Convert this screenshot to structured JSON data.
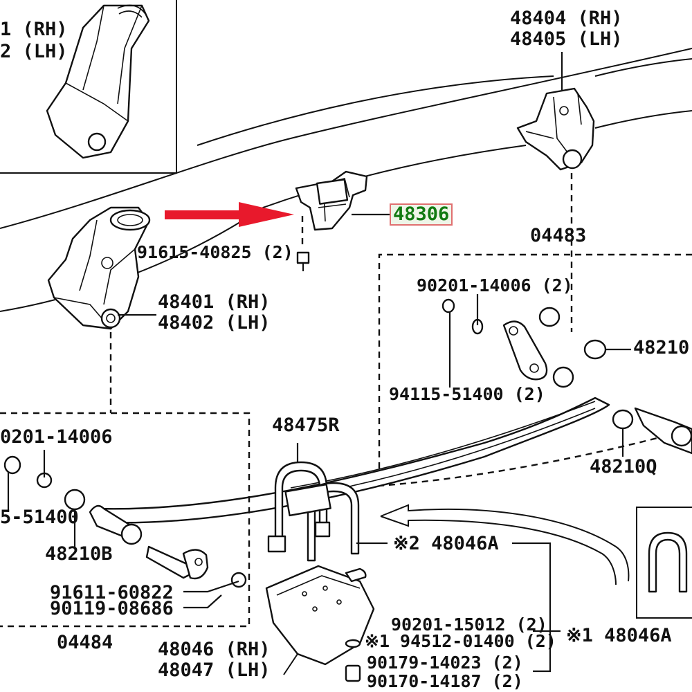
{
  "colors": {
    "arrow": "#e8192c",
    "highlight_border": "#e07070",
    "highlight_text": "#127a12",
    "line": "#111111"
  },
  "diagram": {
    "highlighted_part": "48306",
    "labels": {
      "top_left_rh": "1 (RH)",
      "top_left_lh": "2 (LH)",
      "p48404_rh": "48404 (RH)",
      "p48405_lh": "48405 (LH)",
      "p48306": "48306",
      "p04483": "04483",
      "p91615": "91615-40825 (2)",
      "p48401_rh": "48401 (RH)",
      "p48402_lh": "48402 (LH)",
      "p90201_right": "90201-14006 (2)",
      "p48210_right": "48210",
      "p94115_right": "94115-51400 (2)",
      "p48210q": "48210Q",
      "p90201_left": "0201-14006",
      "p94115_left": "5-51400",
      "p48210b": "48210B",
      "p48475r": "48475R",
      "p48046a_2": "※2 48046A",
      "p91611": "91611-60822",
      "p90119": "90119-08686",
      "p04484": "04484",
      "p48046_rh": "48046 (RH)",
      "p48047_lh": "48047 (LH)",
      "p90201_15012": "90201-15012 (2)",
      "p94512": "※1 94512-01400 (2)",
      "p48046a_1": "※1 48046A",
      "p90179": "90179-14023 (2)",
      "p90170": "90170-14187 (2)"
    }
  }
}
